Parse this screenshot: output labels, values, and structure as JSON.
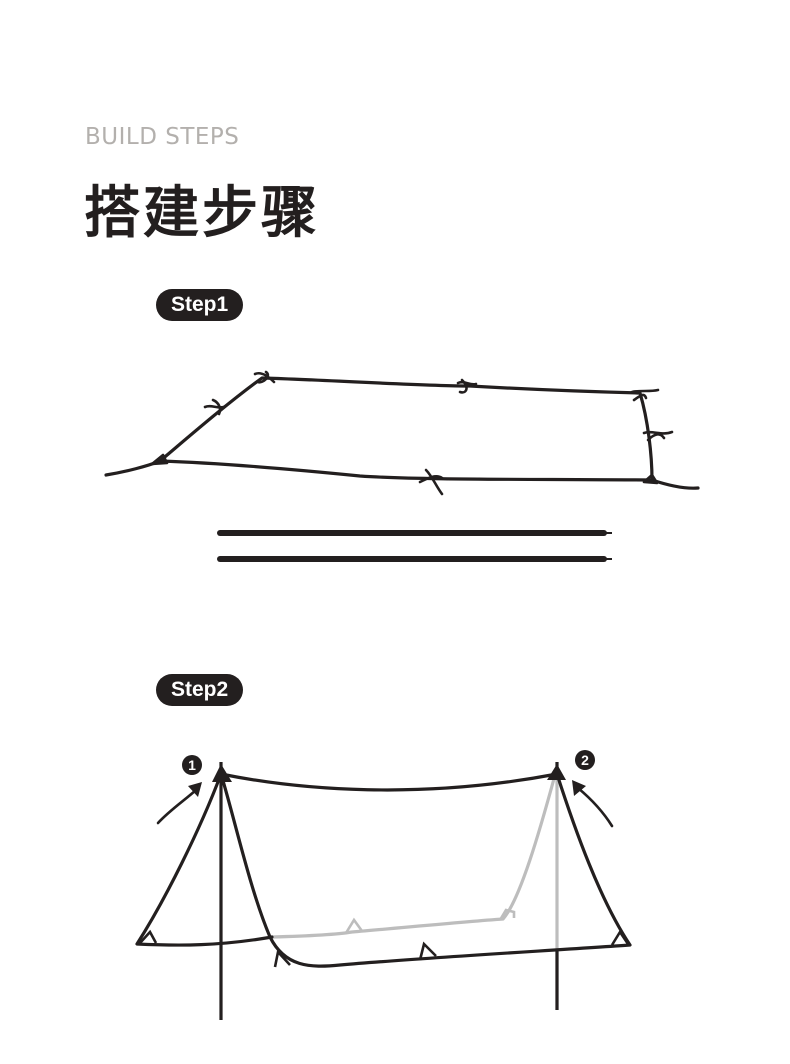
{
  "header": {
    "kicker": "BUILD STEPS",
    "title": "搭建步骤"
  },
  "steps": [
    {
      "label": "Step1",
      "items": [
        "tarp-outline",
        "pole-1",
        "pole-2"
      ]
    },
    {
      "label": "Step2",
      "markers": [
        "1",
        "2"
      ]
    }
  ],
  "colors": {
    "ink": "#231f1f",
    "muted": "#b3b0ad",
    "ghost": "#bdbdbd",
    "background": "#ffffff"
  }
}
